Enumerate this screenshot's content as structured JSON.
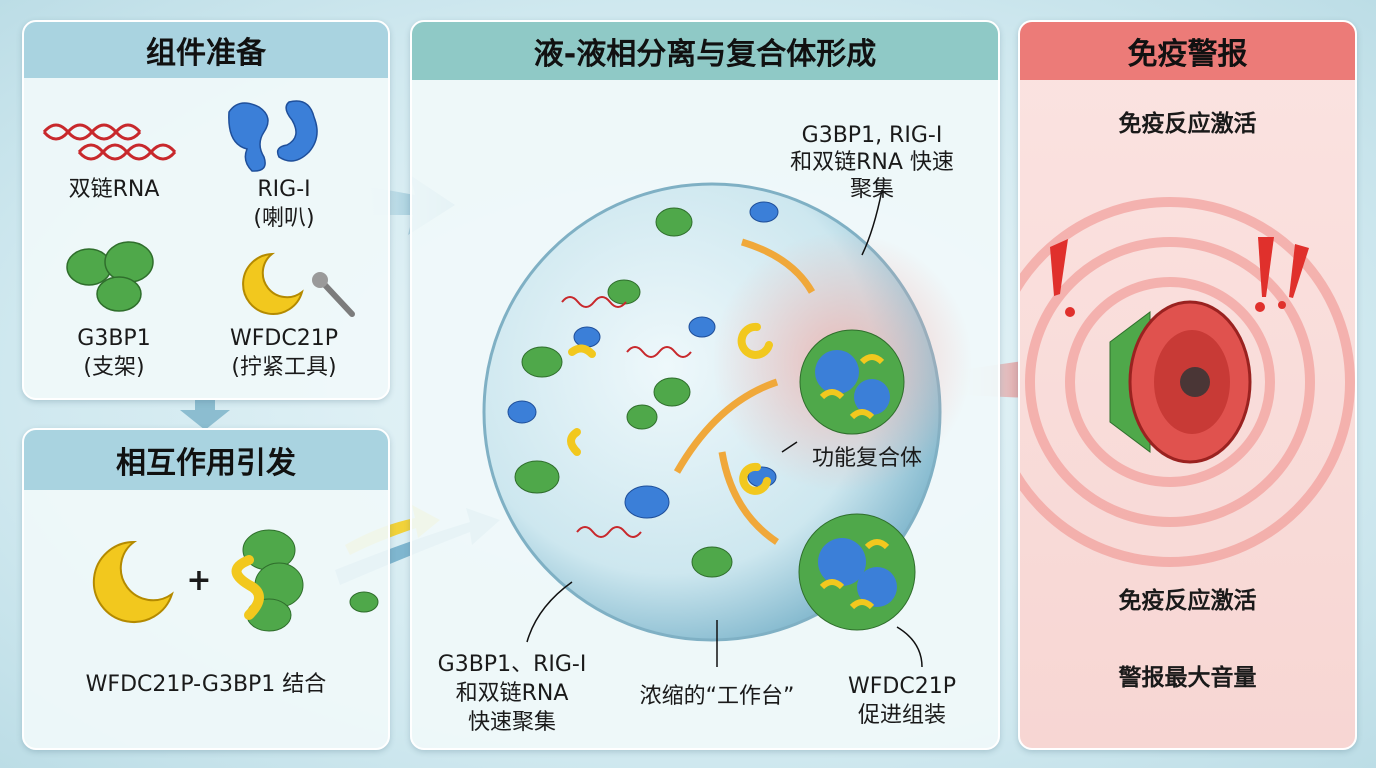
{
  "panel_components": {
    "title": "组件准备",
    "items": [
      {
        "name": "双链RNA",
        "role": ""
      },
      {
        "name": "RIG-I",
        "role": "(喇叭)"
      },
      {
        "name": "G3BP1",
        "role": "(支架)"
      },
      {
        "name": "WFDC21P",
        "role": "(拧紧工具)"
      }
    ]
  },
  "panel_interaction": {
    "title": "相互作用引发",
    "plus": "+",
    "caption": "WFDC21P-G3BP1 结合"
  },
  "panel_phase": {
    "title": "液-液相分离与复合体形成",
    "annotation_top": [
      "G3BP1, RIG-I",
      "和双链RNA 快速",
      "聚集"
    ],
    "annotation_complex": "功能复合体",
    "annotation_bottom_left": [
      "G3BP1、RIG-I",
      "和双链RNA",
      "快速聚集"
    ],
    "annotation_bottom_mid": "浓缩的“工作台”",
    "annotation_bottom_right": [
      "WFDC21P",
      "促进组装"
    ]
  },
  "panel_alarm": {
    "title": "免疫警报",
    "subtitle": "免疫反应激活",
    "caption_1": "免疫反应激活",
    "caption_2": "警报最大音量"
  },
  "colors": {
    "teal_header": "#8fc9c6",
    "blue_header": "#a9d3e0",
    "red_header": "#ec7b78",
    "rna": "#c8282c",
    "rig_i": "#3b7fd8",
    "g3bp1": "#4fa84a",
    "wfdc21p": "#f2c81e"
  }
}
